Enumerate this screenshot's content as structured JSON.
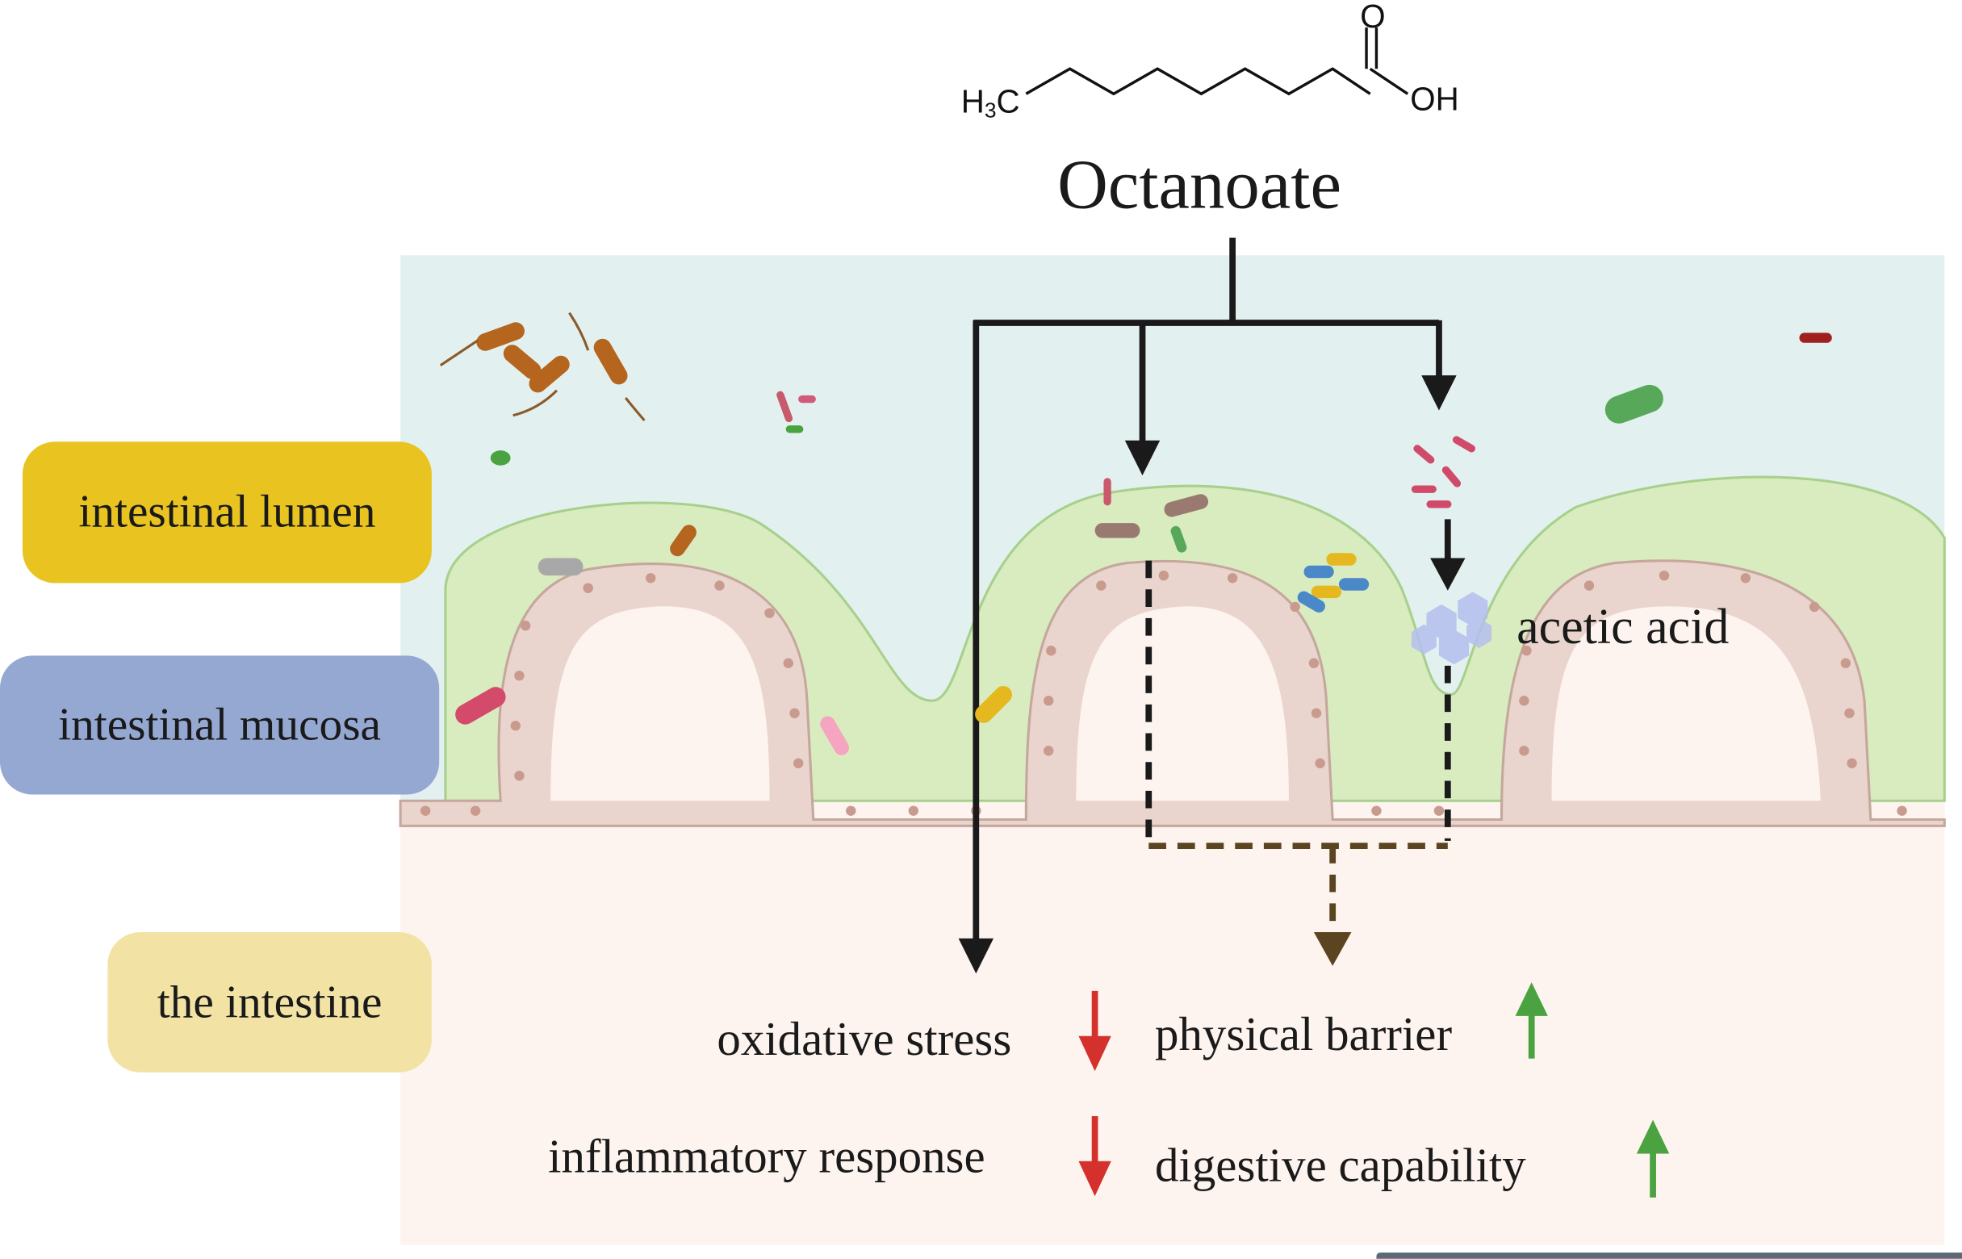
{
  "compound": {
    "name": "Octanoate",
    "formula_left": "H",
    "formula_left_sub": "3",
    "formula_left_tail": "C",
    "formula_right": "OH",
    "formula_top": "O"
  },
  "regions": {
    "lumen": "intestinal lumen",
    "mucosa": "intestinal mucosa",
    "intestine": "the intestine"
  },
  "metabolite": "acetic acid",
  "effects": {
    "decreased": [
      {
        "label": "oxidative stress",
        "direction": "down"
      },
      {
        "label": "inflammatory response",
        "direction": "down"
      }
    ],
    "increased": [
      {
        "label": "physical barrier",
        "direction": "up"
      },
      {
        "label": "digestive capability",
        "direction": "up"
      }
    ]
  },
  "colors": {
    "lumen_bg": "#e2f1ef",
    "mucus": "#d9ecc0",
    "tissue_bg": "#fdf3ef",
    "epithelium": "#e9d5cd",
    "down_arrow": "#d4302c",
    "up_arrow": "#4aa340",
    "dashed_arrow": "#5a4520"
  }
}
